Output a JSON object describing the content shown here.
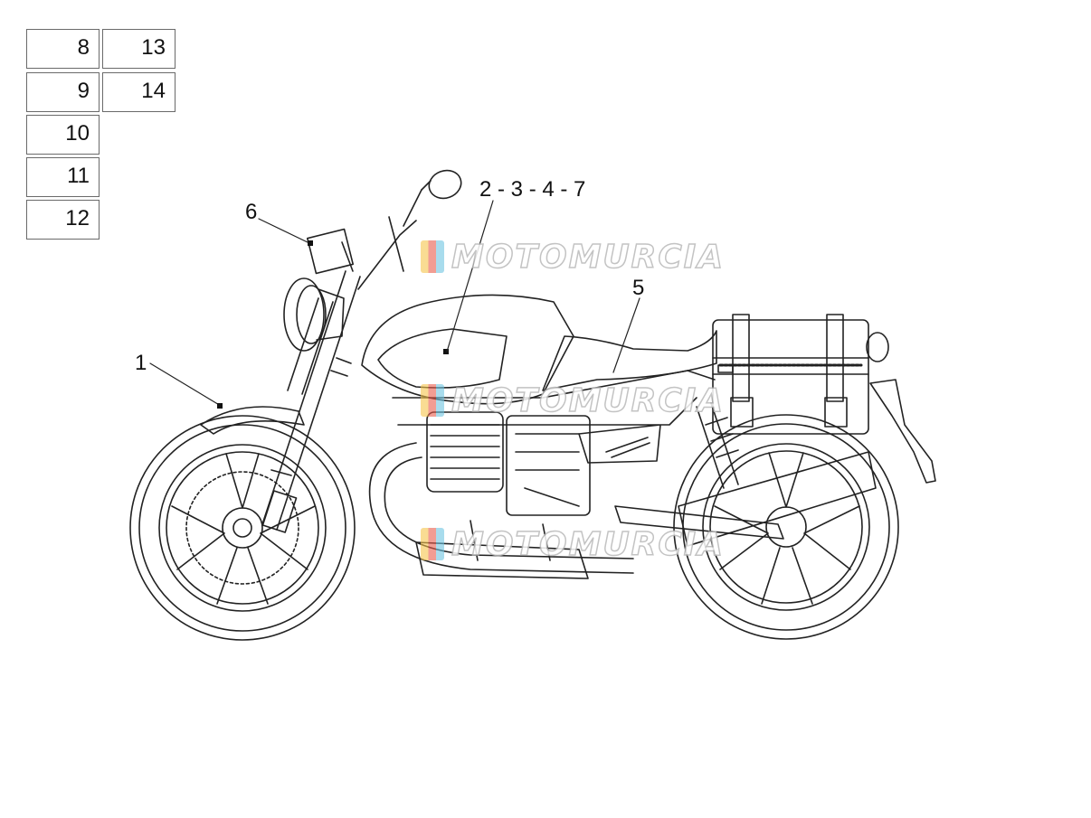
{
  "index_grid": {
    "col1": [
      "8",
      "9",
      "10",
      "11",
      "12"
    ],
    "col2": [
      "13",
      "14"
    ]
  },
  "callouts": {
    "c1": "1",
    "c6": "6",
    "c2347": "2 - 3 - 4 - 7",
    "c5": "5"
  },
  "watermark": {
    "text": "MOTOMURCIA",
    "colors": {
      "outline": "#b9b9b9",
      "flag_yellow": "#f4c34a",
      "flag_red": "#e85a4a",
      "flag_blue": "#6cc3e0"
    }
  },
  "icons": [
    "motorcycle-illustration",
    "watermark-flag-icon"
  ]
}
